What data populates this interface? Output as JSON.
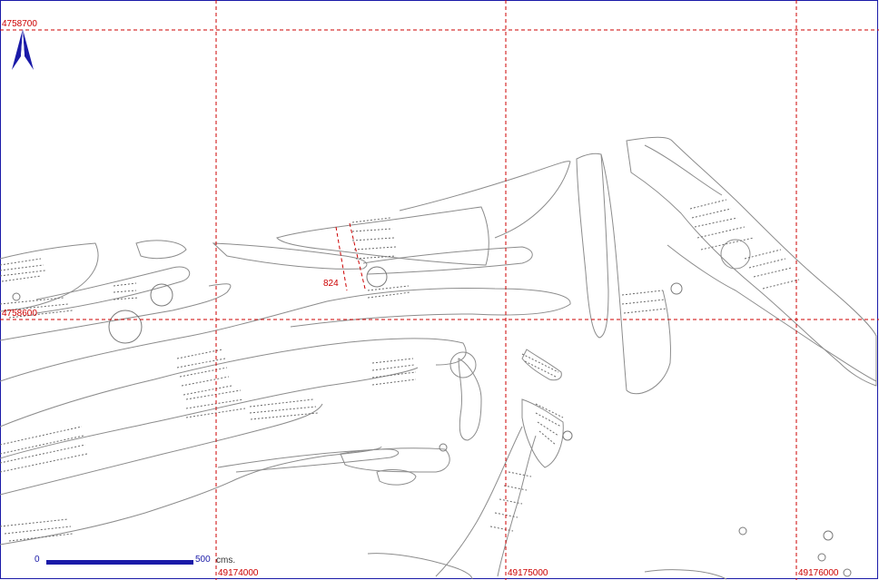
{
  "map": {
    "northing_labels": [
      "4758700",
      "4758600"
    ],
    "easting_labels": [
      "49174000",
      "49175000",
      "49176000"
    ],
    "feature_label": "824",
    "grid_color": "#cc0000",
    "outline_color": "#8c8c8c",
    "frame_color": "#1a1aa8"
  },
  "north_arrow": {
    "icon": "north-arrow-icon"
  },
  "scale_bar": {
    "start": "0",
    "end": "500",
    "unit": "cms."
  }
}
